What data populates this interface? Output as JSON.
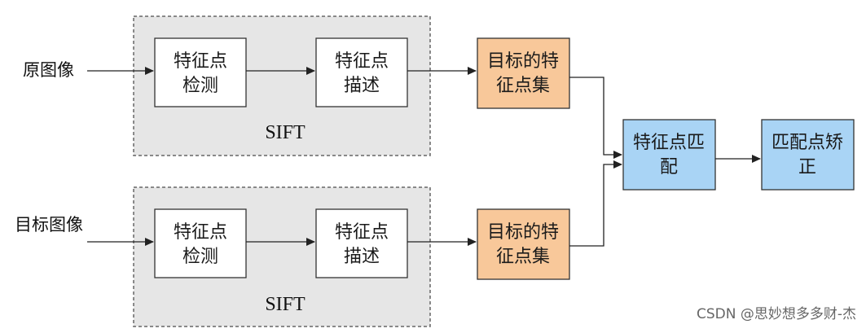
{
  "inputs": {
    "source": "原图像",
    "target": "目标图像"
  },
  "groups": {
    "top": "SIFT",
    "bottom": "SIFT"
  },
  "nodes": {
    "detect_top": [
      "特征点",
      "检测"
    ],
    "describe_top": [
      "特征点",
      "描述"
    ],
    "features_top": [
      "目标的特",
      "征点集"
    ],
    "detect_bottom": [
      "特征点",
      "检测"
    ],
    "describe_bottom": [
      "特征点",
      "描述"
    ],
    "features_bottom": [
      "目标的特",
      "征点集"
    ],
    "match": [
      "特征点匹",
      "配"
    ],
    "correct": [
      "匹配点矫",
      "正"
    ]
  },
  "watermark": "CSDN @思妙想多多财-杰",
  "colors": {
    "group_fill": "#e6e6e6",
    "group_stroke": "#666666",
    "white_box": "#ffffff",
    "orange_box": "#f8c89a",
    "blue_box": "#a9d4f5",
    "line": "#222222"
  }
}
